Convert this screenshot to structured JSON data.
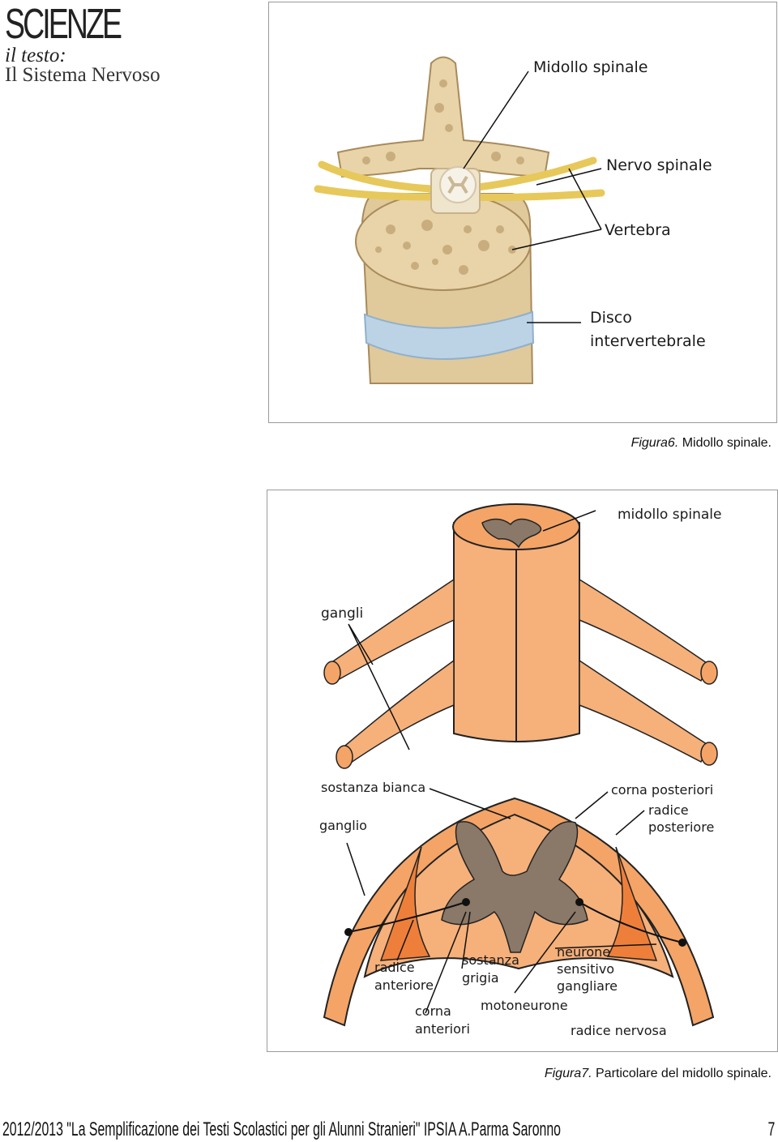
{
  "header": {
    "subject": "SCIENZE",
    "line1": "il testo:",
    "line2": "Il Sistema Nervoso"
  },
  "figure6": {
    "labels": {
      "midollo": "Midollo spinale",
      "nervo": "Nervo spinale",
      "vertebra": "Vertebra",
      "disco1": "Disco",
      "disco2": "intervertebrale"
    },
    "caption_number": "Figura6.",
    "caption_text": " Midollo spinale."
  },
  "figure7": {
    "labels": {
      "midollo": "midollo spinale",
      "gangli": "gangli",
      "sostanza_bianca": "sostanza bianca",
      "ganglio": "ganglio",
      "corna_post": "corna posteriori",
      "radice_post1": "radice",
      "radice_post2": "posteriore",
      "radice_ant1": "radice",
      "radice_ant2": "anteriore",
      "sost_grigia1": "sostanza",
      "sost_grigia2": "grigia",
      "neurone1": "neurone",
      "neurone2": "sensitivo",
      "neurone3": "gangliare",
      "corna_ant1": "corna",
      "corna_ant2": "anteriori",
      "motoneurone": "motoneurone",
      "radice_nervosa": "radice nervosa"
    },
    "caption_number": "Figura7.",
    "caption_text": " Particolare del midollo spinale."
  },
  "footer": {
    "text": "2012/2013 \"La Semplificazione dei Testi Scolastici per gli Alunni Stranieri\" IPSIA A.Parma Saronno",
    "page": "7"
  },
  "colors": {
    "bone": "#e6d2a8",
    "nerve": "#f2dc7a",
    "disc": "#bcd3e6",
    "cord_orange": "#f4a466",
    "grey_matter": "#8a7868",
    "ganglion": "#ee7f3a"
  }
}
